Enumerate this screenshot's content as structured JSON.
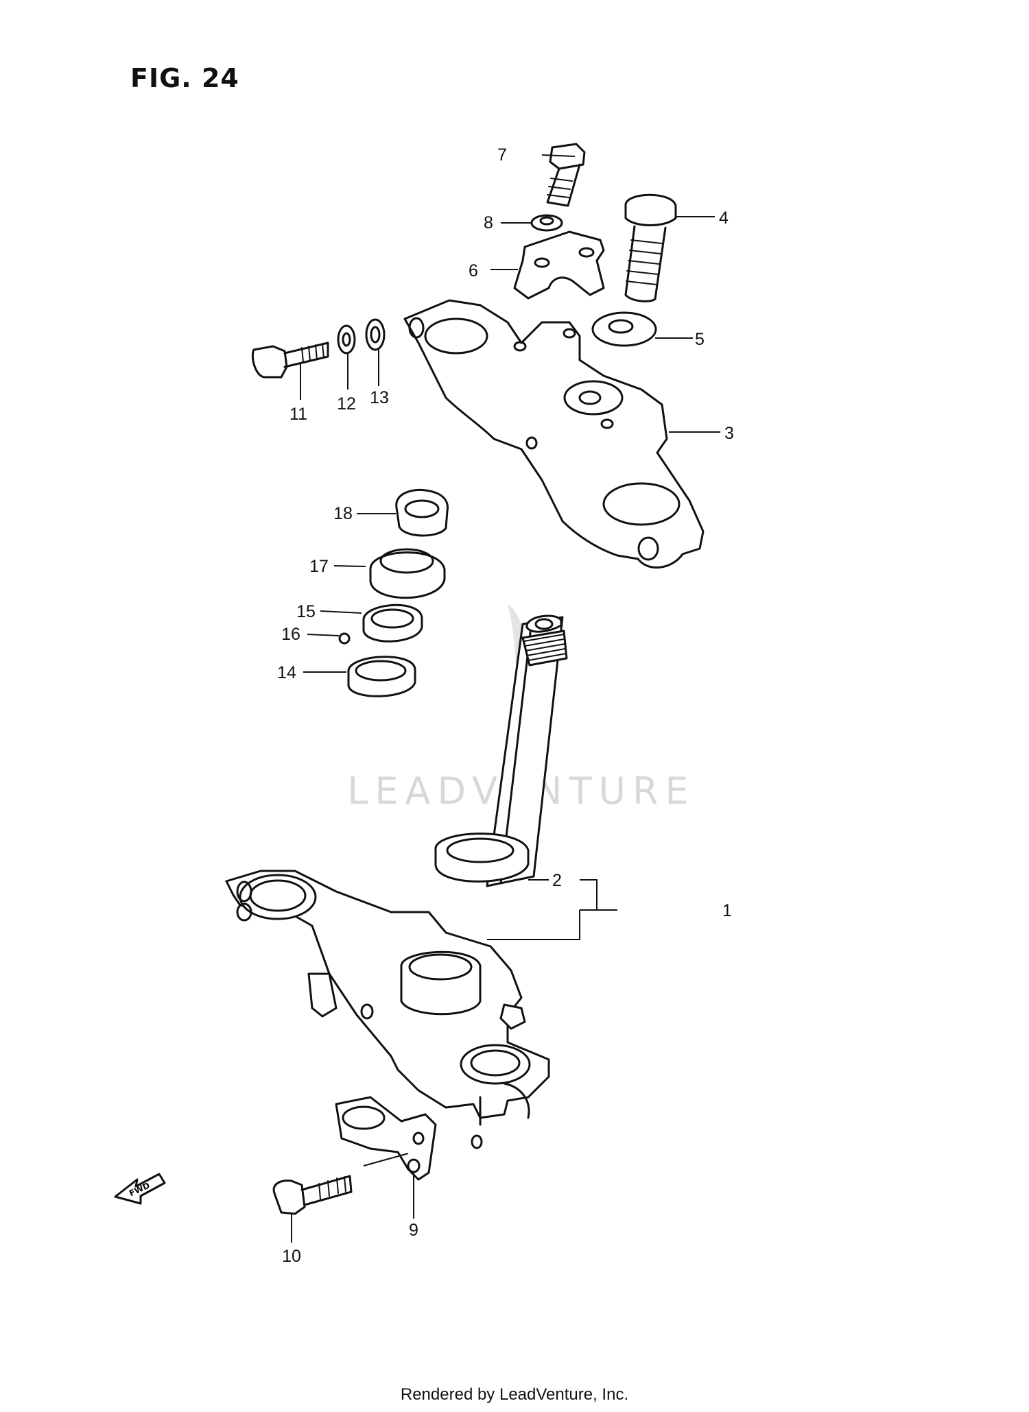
{
  "figure": {
    "title": "FIG. 24"
  },
  "watermark": {
    "text": "LEADVENTURE"
  },
  "footer": {
    "text": "Rendered by LeadVenture, Inc."
  },
  "orientation": {
    "fwd_label": "FWD"
  },
  "callouts": {
    "c1": "1",
    "c2": "2",
    "c3": "3",
    "c4": "4",
    "c5": "5",
    "c6": "6",
    "c7": "7",
    "c8": "8",
    "c9": "9",
    "c10": "10",
    "c11": "11",
    "c12": "12",
    "c13": "13",
    "c14": "14",
    "c15": "15",
    "c16": "16",
    "c17": "17",
    "c18": "18"
  }
}
